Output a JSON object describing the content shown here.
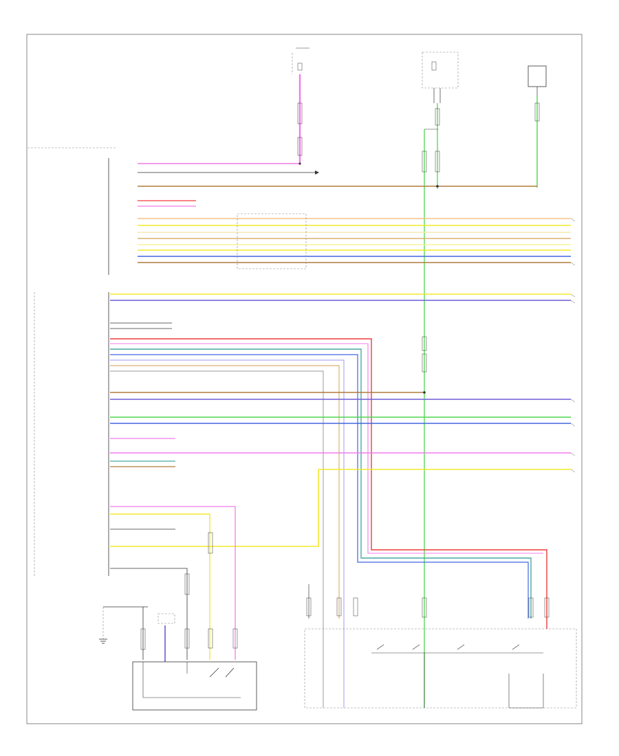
{
  "diagram": {
    "wire_colors": {
      "pink": "#f07ce8",
      "green": "#4ed64e",
      "brown": "#b07a3a",
      "yellow": "#f2ea2a",
      "purple": "#6b5bd6",
      "light_purple": "#b3a6f2",
      "peach": "#f5c08a",
      "gray": "#9a9a9a",
      "dark_gray": "#555555",
      "red": "#ef3a3a",
      "blue": "#4066e0",
      "cream": "#f2eab0",
      "tan": "#d9b070",
      "light_yellow": "#f8f49a",
      "olive": "#b9a640",
      "light_blue": "#7dc7f0",
      "teal": "#4aa8a0"
    },
    "icons": {
      "ground": "ground-symbol",
      "fuse": "fuse-symbol",
      "connector": "connector-symbol",
      "switch": "switch-symbol"
    }
  }
}
